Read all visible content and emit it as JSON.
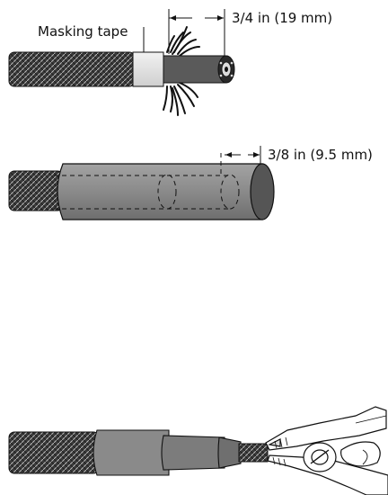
{
  "diagram": {
    "step1": {
      "tape_label": "Masking tape",
      "dimension": "3/4 in  (19 mm)"
    },
    "step2": {
      "dimension": "3/8 in (9.5 mm)"
    }
  },
  "colors": {
    "cable_braid": "#3a3a3a",
    "tape": "#e2e2e2",
    "sleeve": "#8c8c8c",
    "sleeve_dark": "#6f6f6f",
    "end_cap": "#555555",
    "outline": "#111111"
  }
}
